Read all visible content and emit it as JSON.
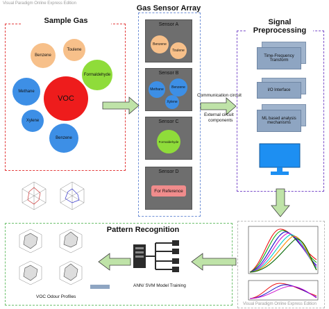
{
  "watermark_top": "Visual Paradigm Online Express Edition",
  "watermark_bottom": "Visual Paradigm Online Express Edition",
  "sample_gas": {
    "title": "Sample Gas",
    "gases": [
      "Benzene",
      "Toulene",
      "Formaldehyde",
      "VOC",
      "Methane",
      "Xylene",
      "Benzene"
    ]
  },
  "sensor_array": {
    "title": "Gas Sensor Array",
    "sensors": [
      {
        "label": "Sensor A",
        "gases": [
          "Benzene",
          "Toulene"
        ]
      },
      {
        "label": "Sensor B",
        "gases": [
          "Methane",
          "Benzene",
          "Xylene"
        ]
      },
      {
        "label": "Sensor C",
        "gases": [
          "Formaldehyde"
        ]
      },
      {
        "label": "Sensor D",
        "reference": "For Reference"
      }
    ]
  },
  "communication": {
    "line1": "Communication circuit",
    "line2": "External circuit",
    "line3": "components"
  },
  "signal": {
    "title_line1": "Signal",
    "title_line2": "Preprocessing",
    "steps": [
      "Time-Frequency Transform",
      "I/O Interface",
      "ML based analysis mechanisms"
    ]
  },
  "pattern": {
    "title": "Pattern Recognition",
    "caption": "VOC Odour Profiles",
    "model_label": "ANN/ SVM Model Training"
  },
  "colors": {
    "gas_orange": "#f7c08a",
    "gas_green": "#8fdc3a",
    "gas_red": "#ee1c1c",
    "gas_blue": "#3d8fe6",
    "reference_pink": "#f08c8c",
    "red_border": "#e33b3b",
    "blue_border": "#6e8fd6",
    "purple_border": "#7a4cc9",
    "green_border": "#6cc06c",
    "arrow_green": "#bfe3a8"
  }
}
